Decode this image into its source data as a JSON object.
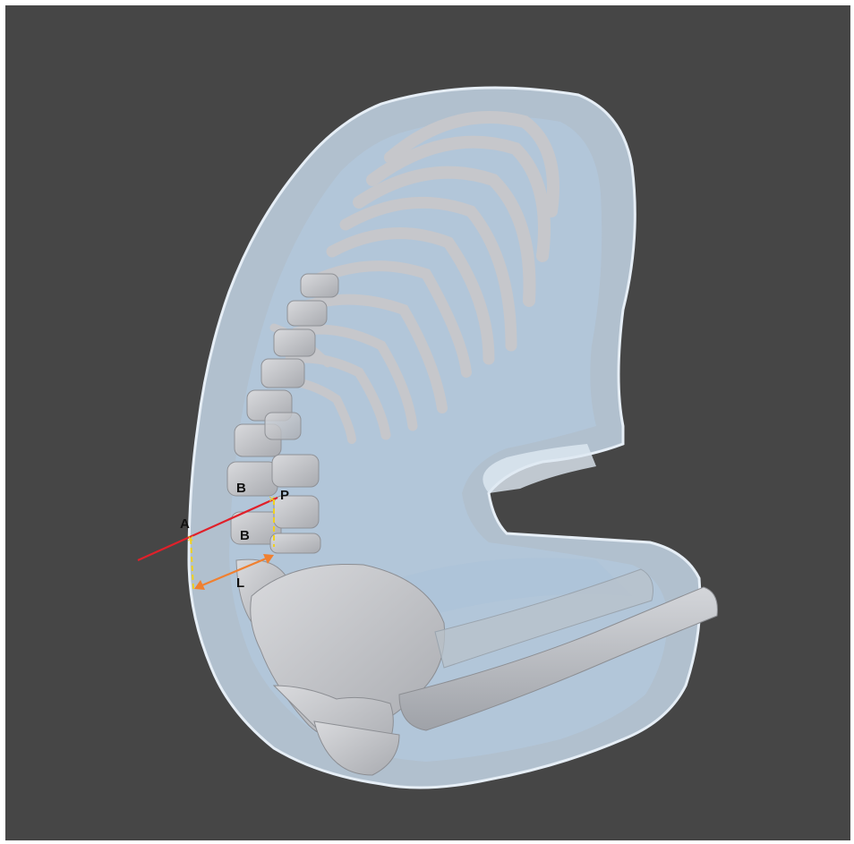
{
  "labels": {
    "a": "A",
    "p": "P",
    "b_upper": "B",
    "b_lower": "B",
    "l": "L"
  },
  "colors": {
    "background": "#464646",
    "body_surface": "#c9dced",
    "bone": "#c3c4c8",
    "line_ap": "#e0202a",
    "arrow_l": "#f08030",
    "dash": "#f0d020"
  }
}
